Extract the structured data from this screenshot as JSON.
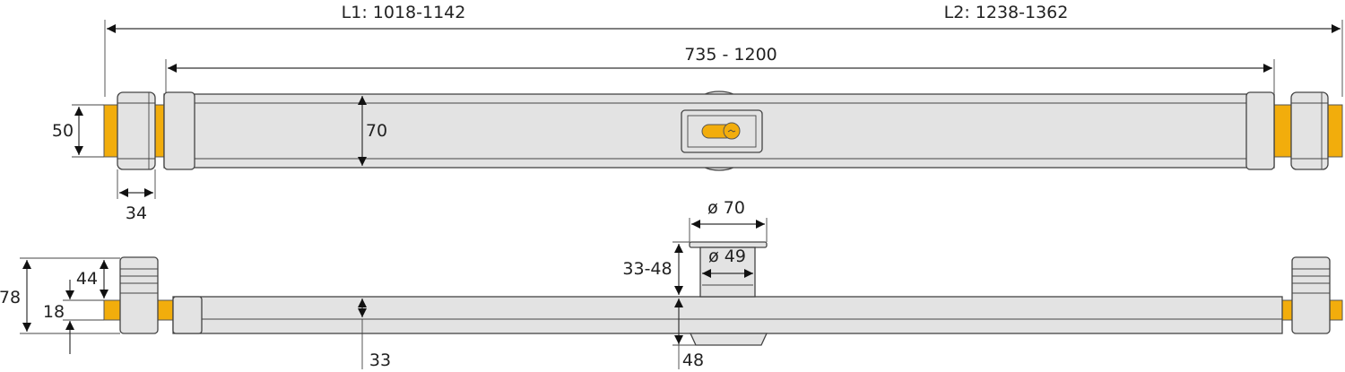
{
  "title": "Lock bar technical drawing",
  "dimensions": {
    "l1": "L1: 1018-1142",
    "l2": "L2: 1238-1362",
    "bar_length": "735 - 1200",
    "end_height": "50",
    "bar_height": "70",
    "end_width": "34",
    "total_depth": "78",
    "end_top": "44",
    "bolt_height": "18",
    "bar_depth": "33",
    "flange_diameter": "ø 70",
    "cylinder_diameter": "ø 49",
    "cylinder_length": "33-48",
    "bottom_depth": "48"
  },
  "colors": {
    "bolt": "#f2ad0c",
    "part": "#e3e3e3"
  }
}
